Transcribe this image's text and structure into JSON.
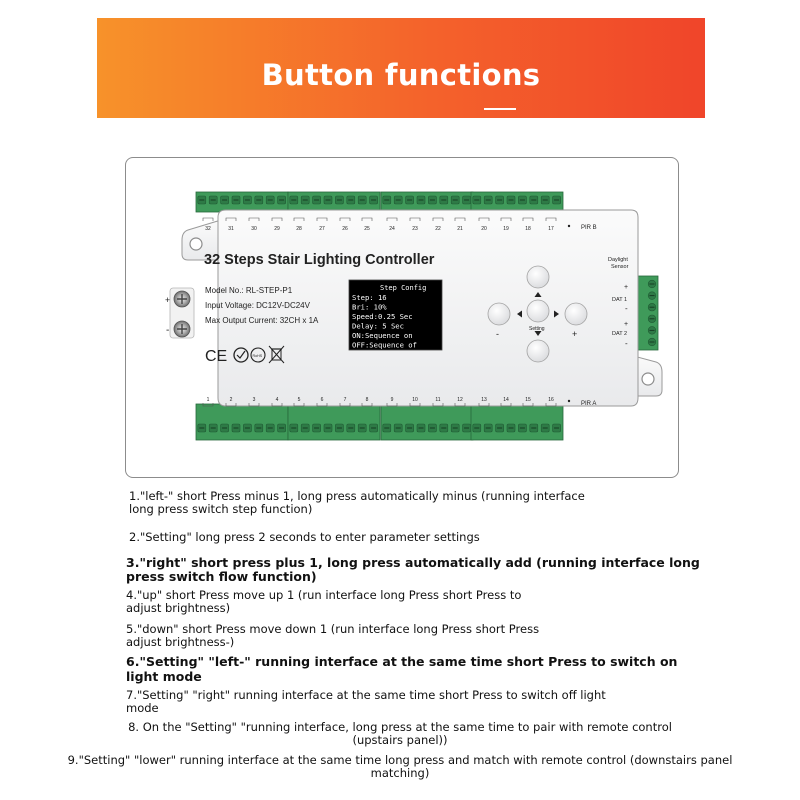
{
  "banner": {
    "title": "Button functions"
  },
  "device": {
    "title": "32 Steps Stair Lighting Controller",
    "model": "Model No.: RL-STEP-P1",
    "voltage": "Input Voltage: DC12V-DC24V",
    "current": "Max Output Current: 32CH x 1A",
    "plus": "+",
    "minus": "-",
    "pir_b": "PIR B",
    "pir_a": "PIR A",
    "daylight_1": "Daylight",
    "daylight_2": "Sensor",
    "dat1": "DAT 1",
    "dat2": "DAT 2",
    "ce": "CE",
    "rohs": "RoHS",
    "top_channels": [
      "32",
      "31",
      "30",
      "29",
      "28",
      "27",
      "26",
      "25",
      "24",
      "23",
      "22",
      "21",
      "20",
      "19",
      "18",
      "17"
    ],
    "bottom_channels": [
      "1",
      "2",
      "3",
      "4",
      "5",
      "6",
      "7",
      "8",
      "9",
      "10",
      "11",
      "12",
      "13",
      "14",
      "15",
      "16"
    ],
    "oled": {
      "header": "Step Config",
      "lines": [
        "Step: 16",
        " Bri:  10%",
        "Speed:0.25 Sec",
        "Delay: 5 Sec",
        "  ON:Sequence on",
        "OFF:Sequence of"
      ]
    },
    "buttons": {
      "left": "-",
      "right": "+",
      "setting": "Setting"
    }
  },
  "instructions": [
    "1.\"left-\" short Press minus 1, long press automatically minus (running interface",
    "long press switch step function)",
    "2.\"Setting\" long press 2 seconds to enter parameter settings",
    "3.\"right\" short press plus 1, long press automatically add (running interface long",
    "press switch flow function)",
    "4.\"up\" short Press move up 1 (run interface long Press short Press to",
    "adjust brightness)",
    "5.\"down\" short Press move down 1 (run interface long Press short Press",
    "adjust brightness-)",
    "6.\"Setting\" \"left-\" running interface at the same time short Press to switch on",
    "light mode",
    "7.\"Setting\" \"right\" running interface at the same time short Press to switch off light",
    "mode",
    "8. On the \"Setting\" \"running interface, long press at the same time to pair with remote control",
    "(upstairs panel))",
    "9.\"Setting\" \"lower\" running interface at the same time long press and match with remote control (downstairs panel",
    "matching)"
  ]
}
